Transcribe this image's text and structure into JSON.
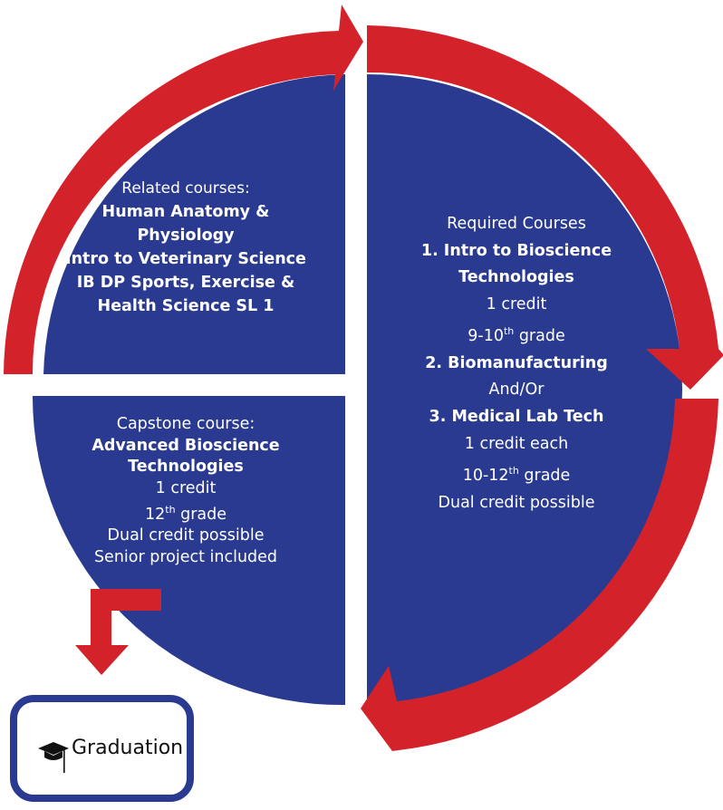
{
  "colors": {
    "navy": "#2a3a91",
    "red": "#d4222b",
    "white": "#ffffff"
  },
  "related": {
    "heading": "Related courses:",
    "items": [
      "Human Anatomy &",
      "Physiology",
      "Intro to Veterinary Science",
      "IB DP Sports, Exercise &",
      "Health Science SL 1"
    ]
  },
  "required": {
    "heading": "Required Courses",
    "course1_line1": "1. Intro to Bioscience",
    "course1_line2": "Technologies",
    "course1_credit": "1 credit",
    "course1_grade_pre": "9-10",
    "course1_grade_sup": "th",
    "course1_grade_post": " grade",
    "course2": "2. Biomanufacturing",
    "connector": "And/Or",
    "course3": "3. Medical Lab Tech",
    "credit_each": "1 credit each",
    "grade_pre": "10-12",
    "grade_sup": "th",
    "grade_post": " grade",
    "dual": "Dual credit possible"
  },
  "capstone": {
    "heading": "Capstone course:",
    "title_line1": "Advanced Bioscience",
    "title_line2": "Technologies",
    "credit": "1 credit",
    "grade_pre": "12",
    "grade_sup": "th",
    "grade_post": " grade",
    "dual": "Dual credit possible",
    "project": "Senior project included"
  },
  "graduation": {
    "label": "Graduation",
    "icon": "graduation-cap-icon"
  }
}
